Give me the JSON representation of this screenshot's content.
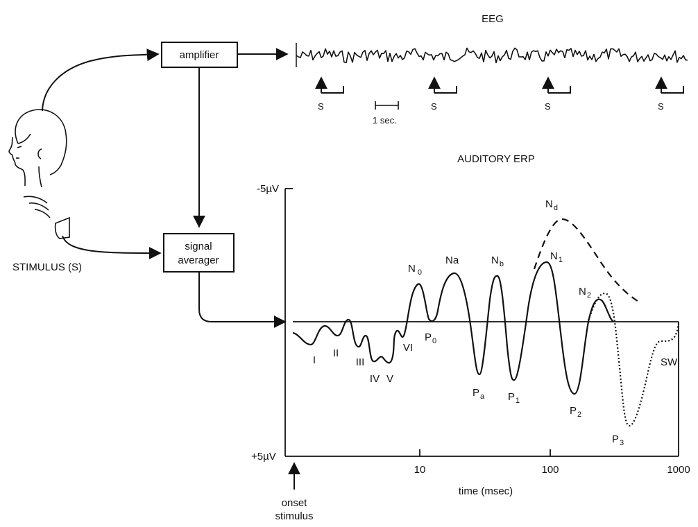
{
  "titles": {
    "eeg": "EEG",
    "erp": "AUDITORY ERP"
  },
  "blocks": {
    "amplifier": "amplifier",
    "signal_line1": "signal",
    "signal_line2": "averager"
  },
  "stimulus_label": "STIMULUS (S)",
  "eeg_markers": [
    "S",
    "S",
    "S",
    "S"
  ],
  "scale_bar_label": "1 sec.",
  "y_axis": {
    "top": "-5µV",
    "bottom": "+5µV"
  },
  "x_axis": {
    "title": "time (msec)",
    "ticks": [
      "10",
      "100",
      "1000"
    ],
    "scale": "log"
  },
  "onset": {
    "line1": "onset",
    "line2": "stimulus"
  },
  "peaks": {
    "I": "I",
    "II": "II",
    "III": "III",
    "IV": "IV",
    "V": "V",
    "VI": "VI",
    "N0": {
      "base": "N",
      "sub": "0"
    },
    "P0": {
      "base": "P",
      "sub": "0"
    },
    "Na": "Na",
    "Pa": {
      "base": "P",
      "sub": "a"
    },
    "Nb": {
      "base": "N",
      "sub": "b"
    },
    "P1": {
      "base": "P",
      "sub": "1"
    },
    "N1": {
      "base": "N",
      "sub": "1"
    },
    "Nd": {
      "base": "N",
      "sub": "d"
    },
    "P2": {
      "base": "P",
      "sub": "2"
    },
    "N2": {
      "base": "N",
      "sub": "2"
    },
    "P3": {
      "base": "P",
      "sub": "3"
    },
    "SW": "SW"
  }
}
